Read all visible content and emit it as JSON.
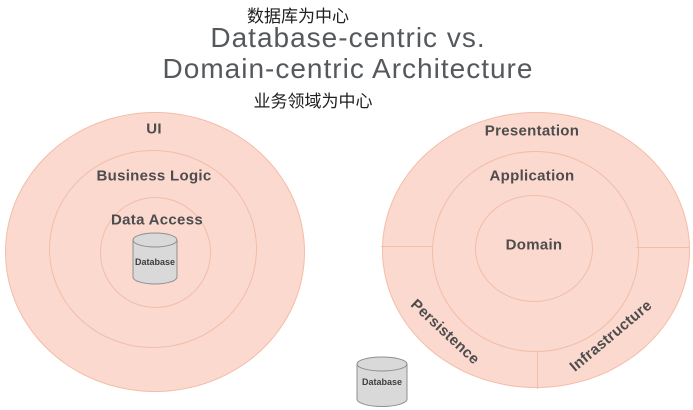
{
  "header": {
    "database_centric_label_zh": "数据库为中心",
    "title_line1": "Database-centric vs.",
    "title_line2": "Domain-centric Architecture",
    "domain_centric_label_zh": "业务领域为中心"
  },
  "left_diagram": {
    "rings": [
      {
        "label": "UI"
      },
      {
        "label": "Business Logic"
      },
      {
        "label": "Data Access"
      }
    ],
    "database_label": "Database"
  },
  "right_diagram": {
    "rings": [
      {
        "label": "Presentation"
      },
      {
        "label": "Application"
      },
      {
        "label": "Domain"
      }
    ],
    "outer_sections": [
      {
        "label": "Persistence"
      },
      {
        "label": "Infrastructure"
      }
    ],
    "database_label": "Database"
  },
  "colors": {
    "ring_fill": "#fbd9cf",
    "ring_stroke": "#f3bda7",
    "ring_label": "#4d4d4d",
    "title_text": "#55585c",
    "zh_text": "#202020",
    "cyl_fill": "#d9d9d9",
    "cyl_stroke": "#8f8f8f",
    "cyl_text": "#3d3d3d"
  }
}
